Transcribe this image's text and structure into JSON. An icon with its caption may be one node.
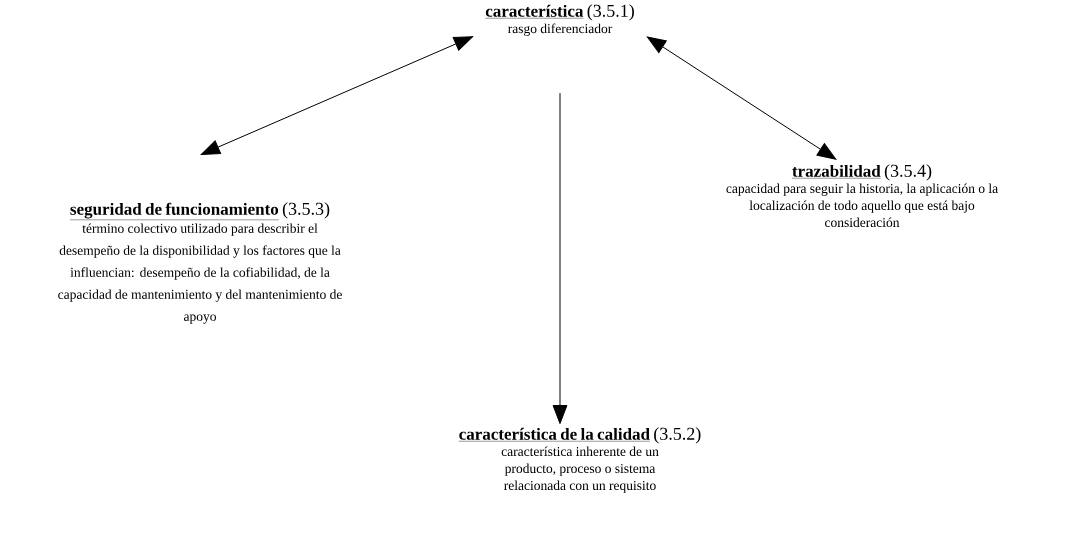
{
  "diagram": {
    "nodes": [
      {
        "text": [
          "característica",
          "(3.5.1)",
          "rasgo diferenciador"
        ]
      },
      {
        "text": [
          "seguridad de funcionamiento",
          "(3.5.3)",
          "término colectivo utilizado para describir el desempeño de la disponibilidad y los factores que la influencian: desempeño de la cofiabilidad, de la capacidad de mantenimiento y del mantenimiento de apoyo"
        ]
      },
      {
        "text": [
          "trazabilidad",
          "(3.5.4)",
          "capacidad para seguir la historia, la aplicación o la localización de todo aquello que está bajo consideración"
        ]
      },
      {
        "text": [
          "característica de la calidad",
          "(3.5.2)",
          "característica inherente de un producto, proceso o sistema relacionada con un requisito"
        ]
      }
    ],
    "edges": [
      {
        "from": 0,
        "to": 1,
        "arrow": "both"
      },
      {
        "from": 0,
        "to": 3,
        "arrow": "to"
      },
      {
        "from": 0,
        "to": 2,
        "arrow": "both"
      }
    ]
  }
}
